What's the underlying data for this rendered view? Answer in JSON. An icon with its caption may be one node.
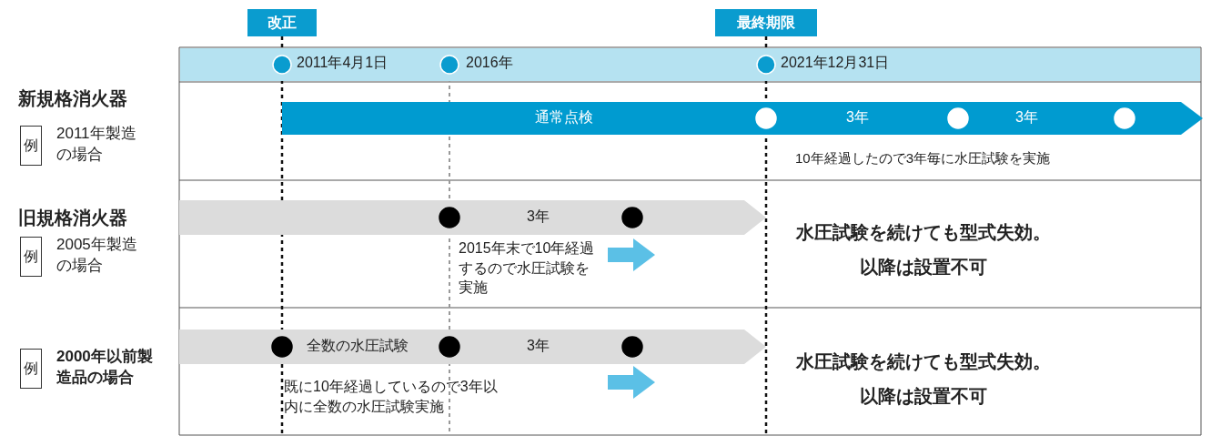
{
  "diagram": {
    "nodes": [
      {
        "text": [
          "改正"
        ]
      },
      {
        "text": [
          "最終期限"
        ]
      },
      {
        "text": [
          "2011年4月1日",
          "2016年",
          "2021年12月31日"
        ]
      },
      {
        "text": [
          "例"
        ]
      },
      {
        "text": [
          "通常点検",
          "3年",
          "3年"
        ]
      },
      {
        "text": [
          "例"
        ]
      },
      {
        "text": [
          "3年"
        ]
      },
      {
        "text": [
          "例"
        ]
      },
      {
        "text": [
          "全数の水圧試験",
          "3年"
        ]
      }
    ],
    "labels": [
      "新規格消火器",
      "2011年製造の場合",
      "10年経過したので3年毎に水圧試験を実施",
      "旧規格消火器",
      "2005年製造の場合",
      "2015年末で10年経過するので水圧試験を実施",
      "水圧試験を続けても型式失効。以降は設置不可",
      "2000年以前製造品の場合",
      "既に10年経過しているので3年以内に全数の水圧試験実施",
      "水圧試験を続けても型式失効。以降は設置不可"
    ]
  }
}
